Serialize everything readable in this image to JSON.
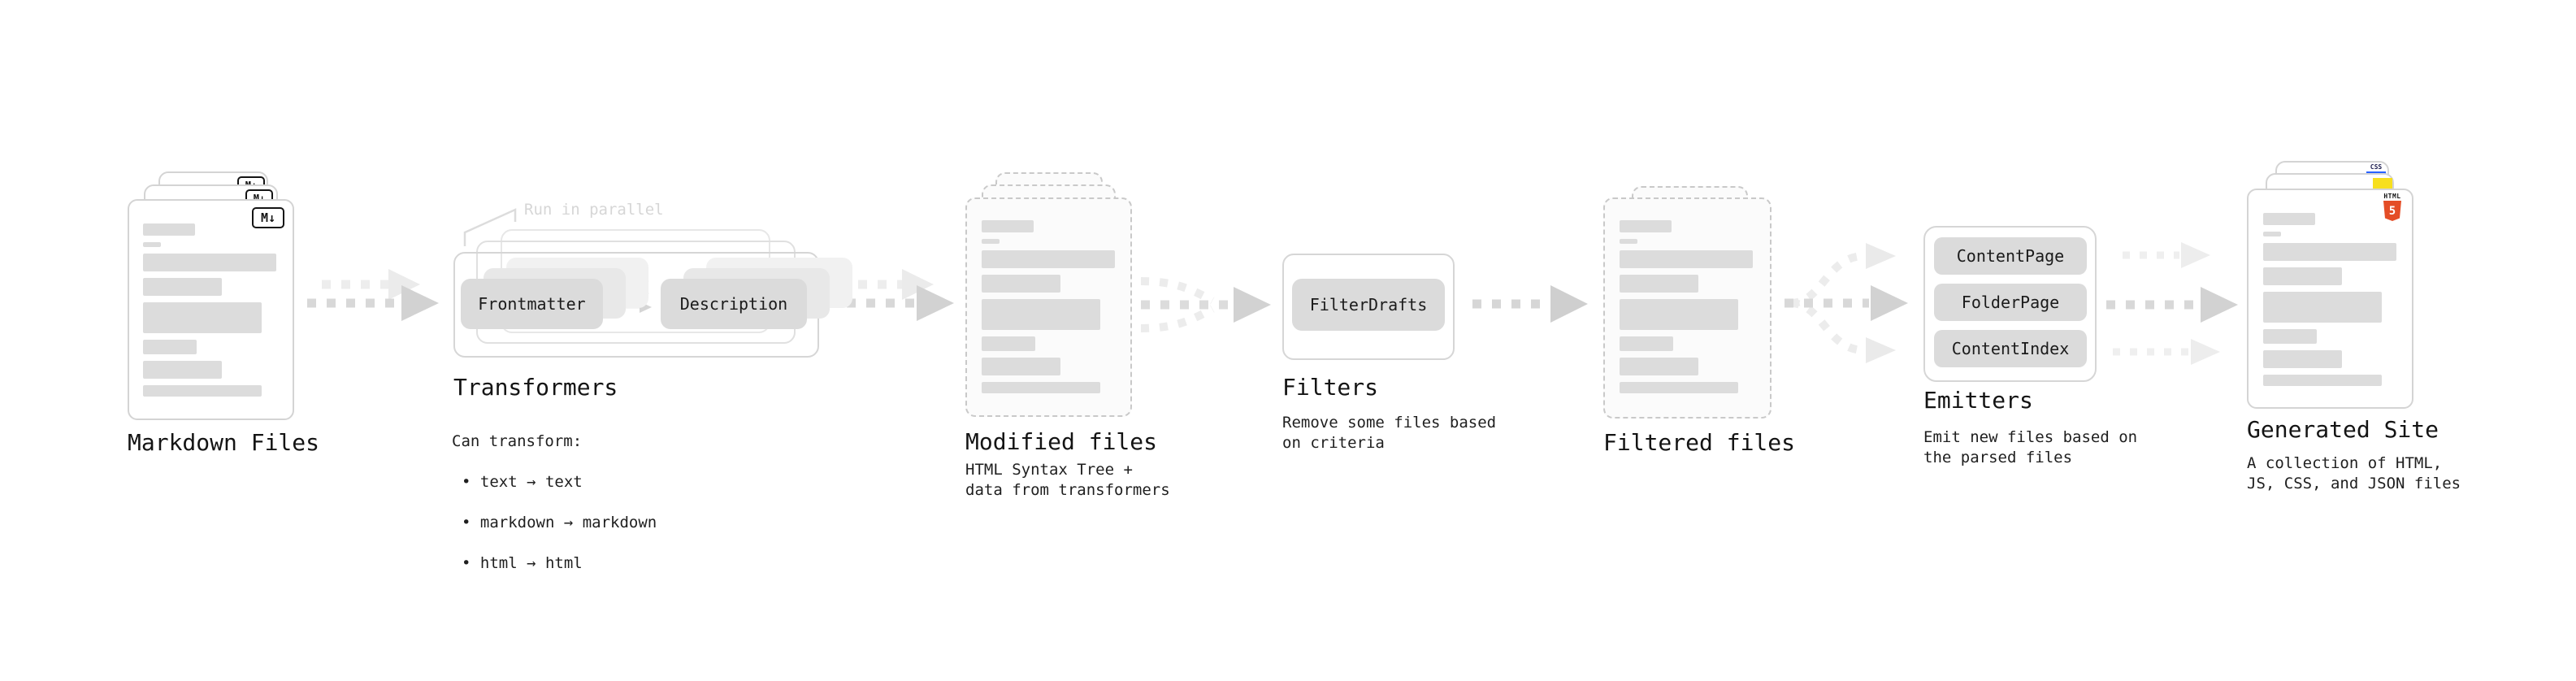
{
  "diagram": {
    "stages": {
      "markdown_files": {
        "label": "Markdown Files",
        "badge": "M↓"
      },
      "transformers": {
        "label": "Transformers",
        "annotation": "Run in parallel",
        "pills": [
          "Frontmatter",
          "Description"
        ],
        "description": "Can transform:",
        "bullets": [
          "text → text",
          "markdown → markdown",
          "html → html"
        ]
      },
      "modified_files": {
        "label": "Modified files",
        "description": "HTML Syntax Tree +\ndata from transformers"
      },
      "filters": {
        "label": "Filters",
        "pills": [
          "FilterDrafts"
        ],
        "description": "Remove some files based\non criteria"
      },
      "filtered_files": {
        "label": "Filtered files"
      },
      "emitters": {
        "label": "Emitters",
        "pills": [
          "ContentPage",
          "FolderPage",
          "ContentIndex"
        ],
        "description": "Emit new files based on\nthe parsed files"
      },
      "generated_site": {
        "label": "Generated Site",
        "description": "A collection of HTML,\nJS, CSS, and JSON files",
        "css_badge": "CSS",
        "html_badge_word": "HTML",
        "html_badge_number": "5"
      }
    },
    "colors": {
      "html5_orange": "#e44d26",
      "js_yellow": "#f7df1e",
      "css_blue": "#2962ff"
    }
  }
}
